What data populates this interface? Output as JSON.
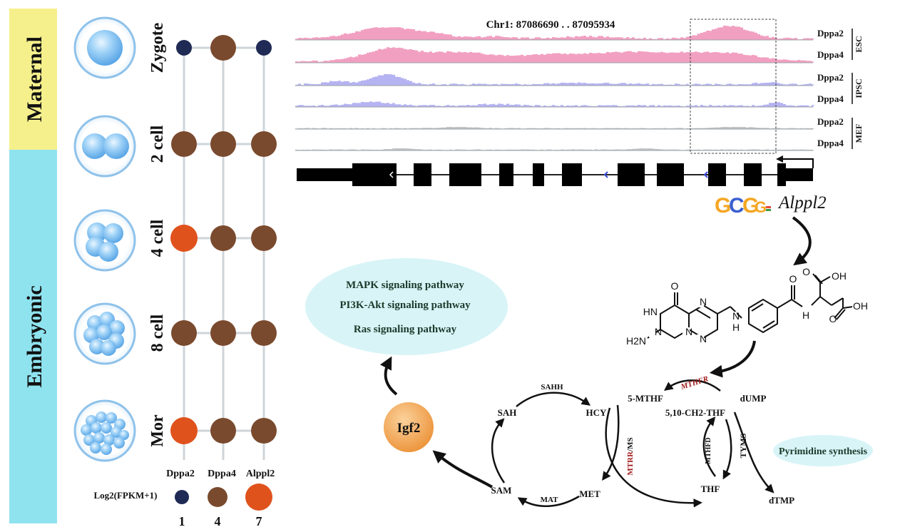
{
  "stage_labels": {
    "maternal": "Maternal",
    "embryonic": "Embryonic"
  },
  "colors": {
    "maternal_band": "#f5f08c",
    "embryonic_band": "#8fe3ef",
    "low": "#1f2a55",
    "mid": "#7a4a2e",
    "high": "#e0521c",
    "esc_track": "#f08fb6",
    "ipsc_track": "#a8a6ee",
    "mef_track": "#999999",
    "pathway_ellipse": "#d8f4f7",
    "igf2": "#f2a24c",
    "enzyme_red": "#a01818"
  },
  "dot_matrix": {
    "columns": [
      "Dppa2",
      "Dppa4",
      "Alppl2"
    ],
    "rows": [
      {
        "stage": "Zygote",
        "levels": [
          "low",
          "mid",
          "low"
        ]
      },
      {
        "stage": "2 cell",
        "levels": [
          "mid",
          "mid",
          "mid"
        ]
      },
      {
        "stage": "4 cell",
        "levels": [
          "high",
          "mid",
          "mid"
        ]
      },
      {
        "stage": "8 cell",
        "levels": [
          "mid",
          "mid",
          "mid"
        ]
      },
      {
        "stage": "Mor",
        "levels": [
          "high",
          "mid",
          "mid"
        ]
      }
    ],
    "legend": {
      "title": "Log2(FPKM+1)",
      "values": [
        "1",
        "4",
        "7"
      ]
    }
  },
  "genome_tracks": {
    "coordinate": "Chr1: 87086690 . . 87095934",
    "tracks": [
      {
        "gene": "Dppa2",
        "group": "ESC",
        "color_key": "esc_track"
      },
      {
        "gene": "Dppa4",
        "group": "ESC",
        "color_key": "esc_track"
      },
      {
        "gene": "Dppa2",
        "group": "IPSC",
        "color_key": "ipsc_track"
      },
      {
        "gene": "Dppa4",
        "group": "IPSC",
        "color_key": "ipsc_track"
      },
      {
        "gene": "Dppa2",
        "group": "MEF",
        "color_key": "mef_track"
      },
      {
        "gene": "Dppa4",
        "group": "MEF",
        "color_key": "mef_track"
      }
    ],
    "groups": [
      "ESC",
      "IPSC",
      "MEF"
    ],
    "motif": "GCGG",
    "gene_label": "Alppl2"
  },
  "pathways": {
    "items": [
      "MAPK signaling pathway",
      "PI3K-Akt signaling pathway",
      "Ras signaling pathway"
    ]
  },
  "igf2": "Igf2",
  "pyrimidine": "Pyrimidine synthesis",
  "molecule": {
    "atoms": [
      "O",
      "OH",
      "O",
      "OH",
      "HN",
      "N",
      "N",
      "H2N",
      "N",
      "N",
      "H",
      "N",
      "H",
      "O",
      "O"
    ]
  },
  "cycle": {
    "metabolites": [
      "SAH",
      "HCY",
      "5-MTHF",
      "5,10-CH2-THF",
      "dUMP",
      "SAM",
      "MET",
      "THF",
      "dTMP"
    ],
    "enzymes": {
      "sahh": "SAHH",
      "mat": "MAT",
      "mthfr": "MTHFR",
      "mtrr": "MTRR",
      "ms": "/MS",
      "mthfd": "MTHFD",
      "tyms": "TYMS"
    }
  }
}
